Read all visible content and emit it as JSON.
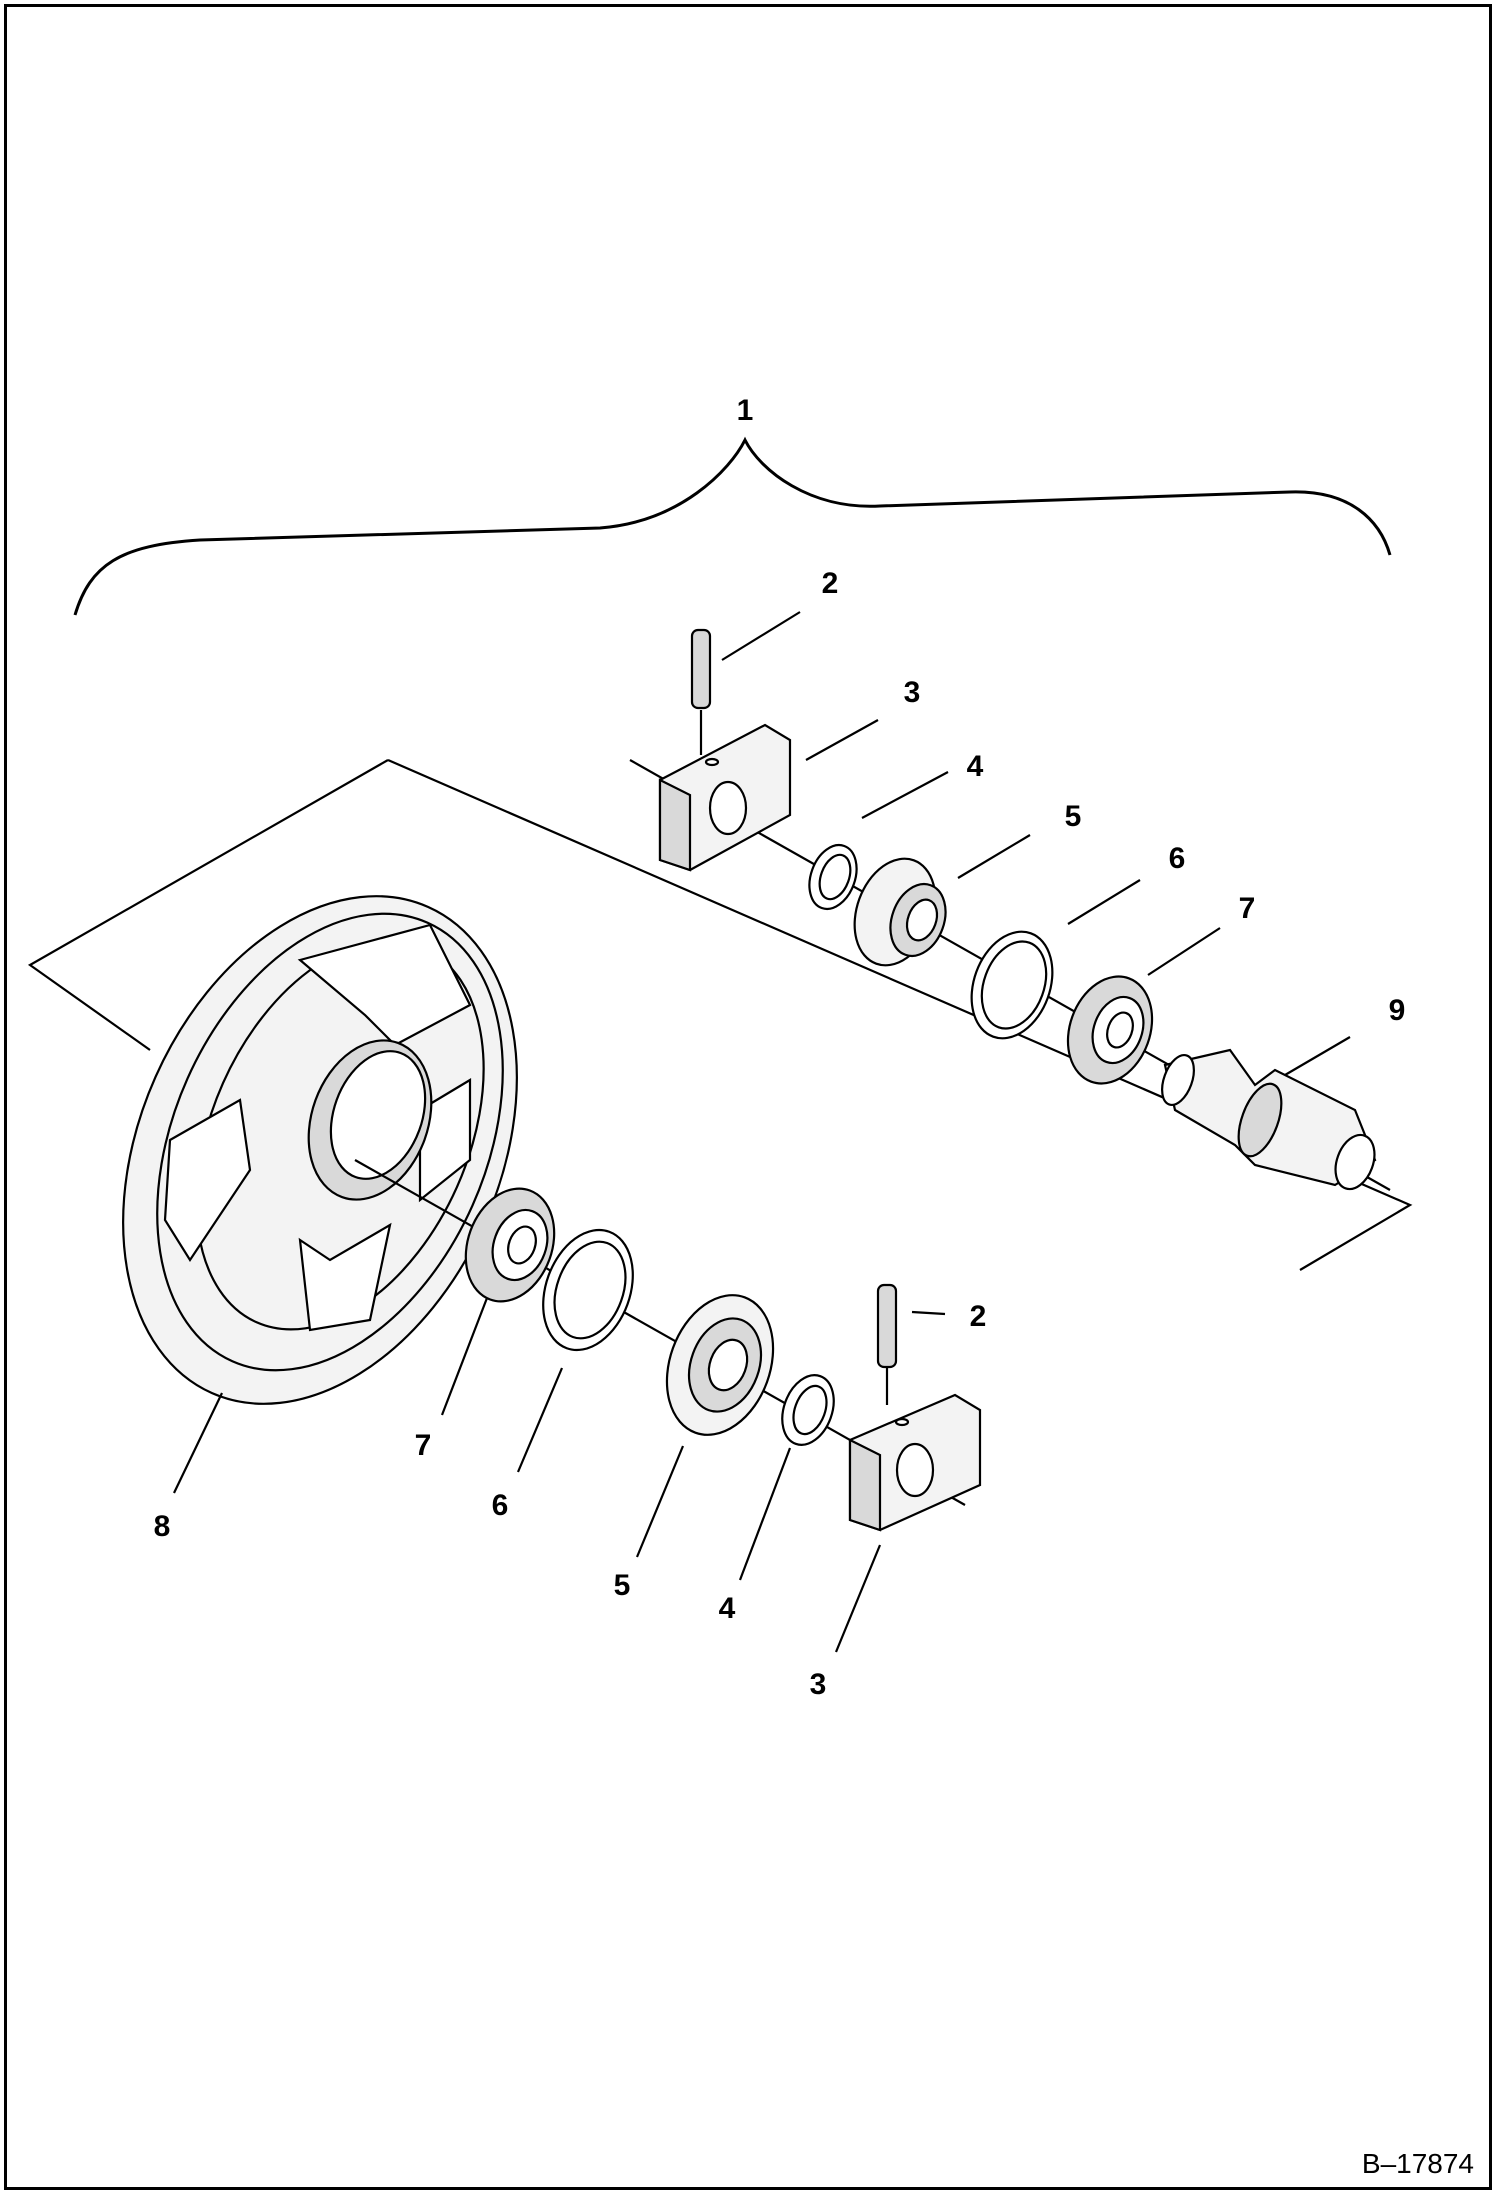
{
  "figure_id": "B–17874",
  "callouts": {
    "assembly": "1",
    "pin_top": "2",
    "pin_bottom": "2",
    "block_top": "3",
    "block_bottom": "3",
    "ring_top": "4",
    "ring_bottom": "4",
    "seal_top": "5",
    "seal_bottom": "5",
    "snap_top": "6",
    "snap_bottom": "6",
    "bearing_top": "7",
    "bearing_bottom": "7",
    "idler_wheel": "8",
    "shaft": "9"
  }
}
